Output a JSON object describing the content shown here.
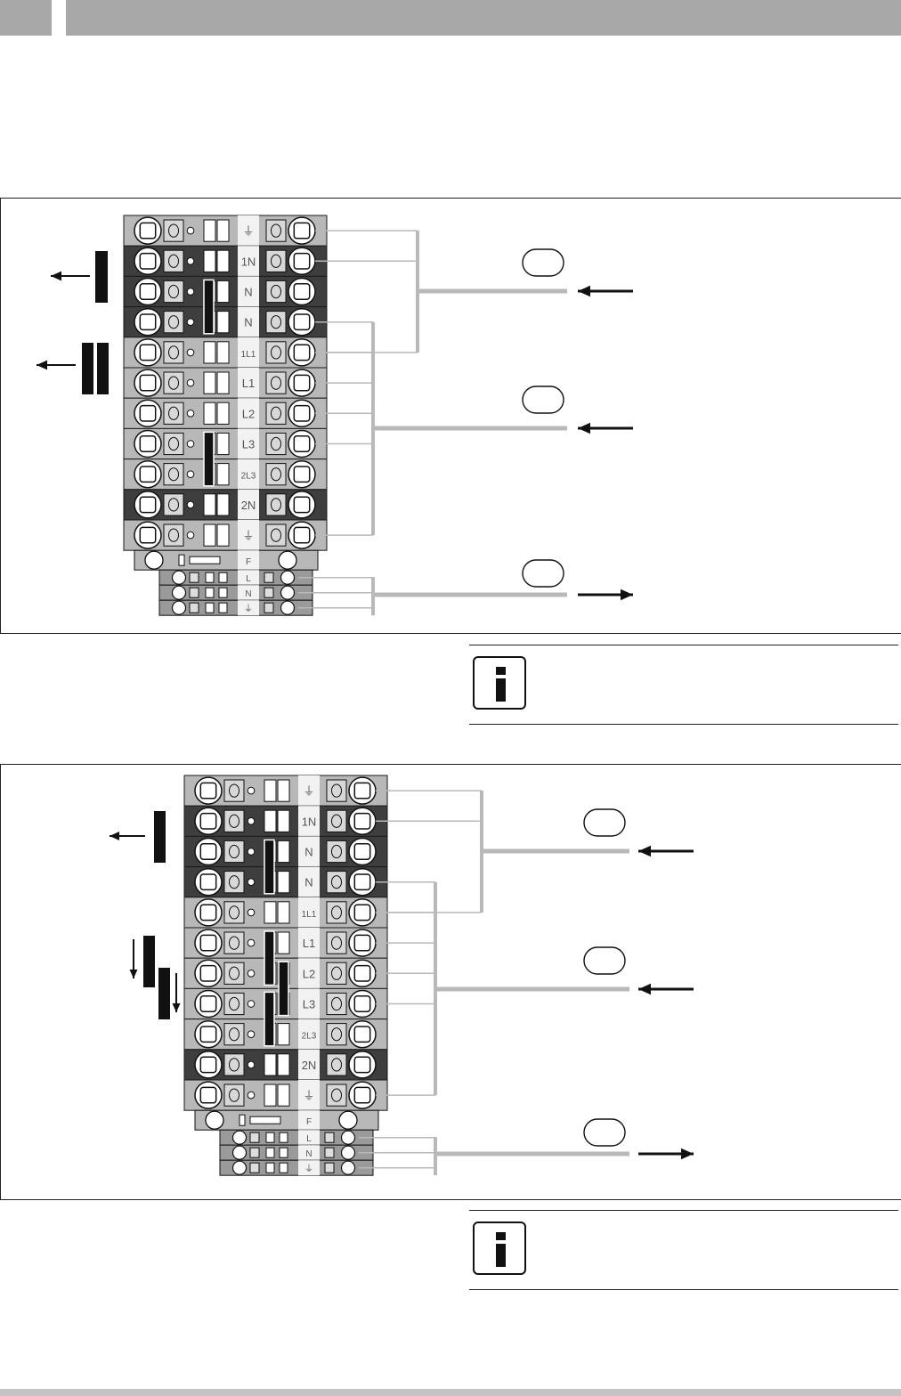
{
  "figure1": {
    "terminal_labels": [
      "⏚",
      "1N",
      "N",
      "N",
      "1L1",
      "L1",
      "L2",
      "L3",
      "2L3",
      "2N",
      "⏚"
    ],
    "lower_labels": [
      "F",
      "L",
      "N",
      "⏚"
    ]
  },
  "figure2": {
    "terminal_labels": [
      "⏚",
      "1N",
      "N",
      "N",
      "1L1",
      "L1",
      "L2",
      "L3",
      "2L3",
      "2N",
      "⏚"
    ],
    "lower_labels": [
      "F",
      "L",
      "N",
      "⏚"
    ]
  },
  "icons": {
    "info": "info-icon",
    "arrow_left": "arrow-left-icon",
    "arrow_right": "arrow-right-icon",
    "arrow_down": "arrow-down-icon"
  },
  "colors": {
    "header_bar": "#a8a8a8",
    "wire": "#b9b9b9",
    "terminal_dark": "#3a3a3a",
    "terminal_light": "#b4b4b4"
  }
}
